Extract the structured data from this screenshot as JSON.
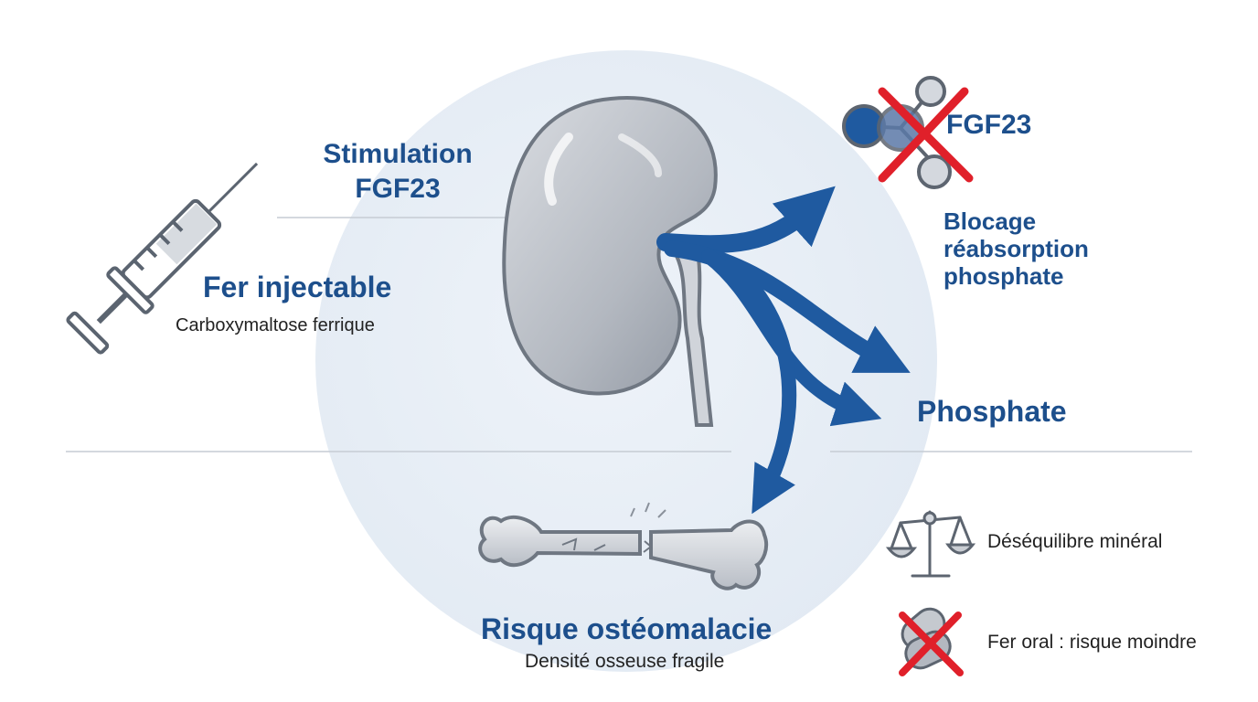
{
  "labels": {
    "stimulation": [
      "Stimulation",
      "FGF23"
    ],
    "fer_injectable": "Fer injectable",
    "carboxymaltose": "Carboxymaltose ferrique",
    "fgf23": "FGF23",
    "blocage": [
      "Blocage",
      "réabsorption",
      "phosphate"
    ],
    "phosphate": "Phosphate",
    "risque": "Risque ostéomalacie",
    "densite": "Densité osseuse fragile",
    "desequilibre": "Déséquilibre minéral",
    "fer_oral": "Fer oral : risque moindre"
  },
  "icons": [
    "syringe-icon",
    "kidney-icon",
    "molecule-icon",
    "cross-icon",
    "bone-icon",
    "balance-scale-icon",
    "pill-icon"
  ],
  "colors": {
    "title_blue": "#1d4f8c",
    "arrow_blue": "#1f5aa0",
    "circle_bg": "#e9f0f7",
    "kidney_gray": "#b8bcc4",
    "cross_red": "#e0202a",
    "text_dark": "#222222"
  }
}
